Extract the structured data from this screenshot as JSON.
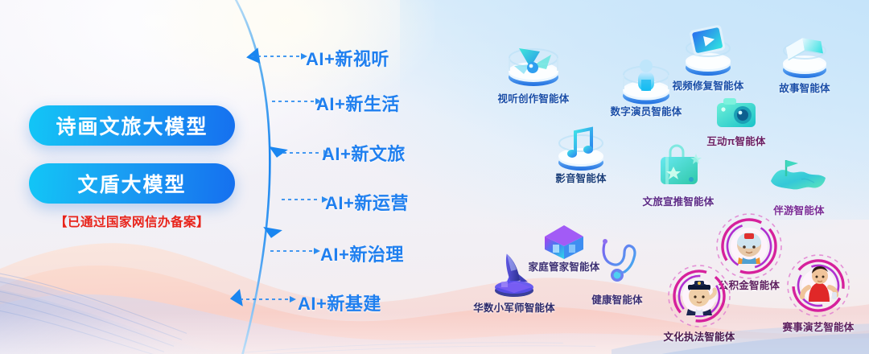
{
  "brand": {
    "accent_blue": "#1f7fef",
    "pill_gradient_from": "#12c6f6",
    "pill_gradient_to": "#1570ef",
    "record_red": "#e8231a",
    "badge_magenta": "#d6219c"
  },
  "models": {
    "primary_label": "诗画文旅大模型",
    "secondary_label": "文盾大模型",
    "record_note": "【已通过国家网信办备案】"
  },
  "ai_tracks": [
    {
      "label": "AI+新视听",
      "arrow": "left"
    },
    {
      "label": "AI+新生活",
      "arrow": "right"
    },
    {
      "label": "AI+新文旅",
      "arrow": "right"
    },
    {
      "label": "AI+新运营",
      "arrow": "right"
    },
    {
      "label": "AI+新治理",
      "arrow": "right"
    },
    {
      "label": "AI+新基建",
      "arrow": "right"
    }
  ],
  "agents": [
    {
      "label": "视听创作智能体",
      "icon": "pinwheel-icon",
      "color": "#1b4fa8",
      "style": "podium"
    },
    {
      "label": "数字演员智能体",
      "icon": "person-icon",
      "color": "#1b4fa8",
      "style": "podium"
    },
    {
      "label": "视频修复智能体",
      "icon": "video-play-icon",
      "color": "#1b4fa8",
      "style": "podium"
    },
    {
      "label": "故事智能体",
      "icon": "open-book-icon",
      "color": "#1b4fa8",
      "style": "podium"
    },
    {
      "label": "互动π智能体",
      "icon": "camera-icon",
      "color": "#6b1f63",
      "style": "flat"
    },
    {
      "label": "影音智能体",
      "icon": "music-note-icon",
      "color": "#1b3f7a",
      "style": "podium"
    },
    {
      "label": "文旅宣推智能体",
      "icon": "suitcase-icon",
      "color": "#5c2a86",
      "style": "flat"
    },
    {
      "label": "伴游智能体",
      "icon": "map-flag-icon",
      "color": "#7a2c96",
      "style": "flat"
    },
    {
      "label": "家庭管家智能体",
      "icon": "house-icon",
      "color": "#3c2f72",
      "style": "flat"
    },
    {
      "label": "华数小军师智能体",
      "icon": "rocket-icon",
      "color": "#2b2a6b",
      "style": "flat"
    },
    {
      "label": "健康智能体",
      "icon": "stethoscope-icon",
      "color": "#3b2f73",
      "style": "flat"
    },
    {
      "label": "公积金智能体",
      "icon": "elder-avatar-icon",
      "color": "#5d1f5e",
      "style": "ring"
    },
    {
      "label": "文化执法智能体",
      "icon": "officer-avatar-icon",
      "color": "#4a1a4f",
      "style": "ring"
    },
    {
      "label": "赛事演艺智能体",
      "icon": "athlete-avatar-icon",
      "color": "#5d1f5e",
      "style": "ring"
    }
  ]
}
